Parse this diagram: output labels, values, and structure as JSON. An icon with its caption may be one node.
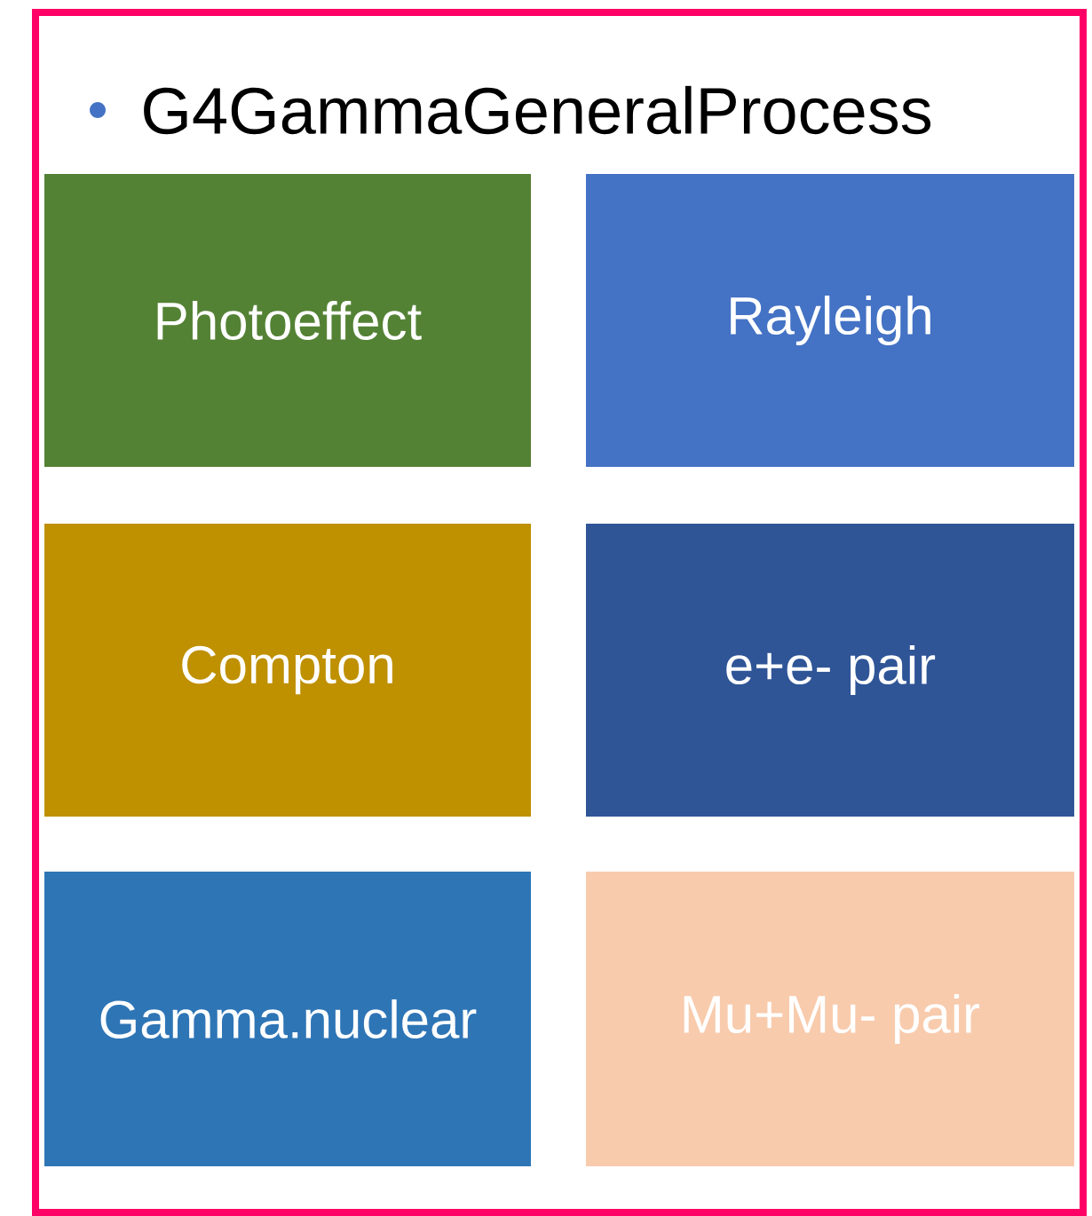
{
  "diagram": {
    "nodes": [
      {
        "text": [
          "G4GammaGeneralProcess"
        ]
      },
      {
        "text": [
          "Photoeffect"
        ],
        "in": 0
      },
      {
        "text": [
          "Rayleigh"
        ],
        "in": 0
      },
      {
        "text": [
          "Compton"
        ],
        "in": 0
      },
      {
        "text": [
          "e+e- pair"
        ],
        "in": 0
      },
      {
        "text": [
          "Gamma.nuclear"
        ],
        "in": 0
      },
      {
        "text": [
          "Mu+Mu- pair"
        ],
        "in": 0
      }
    ]
  }
}
